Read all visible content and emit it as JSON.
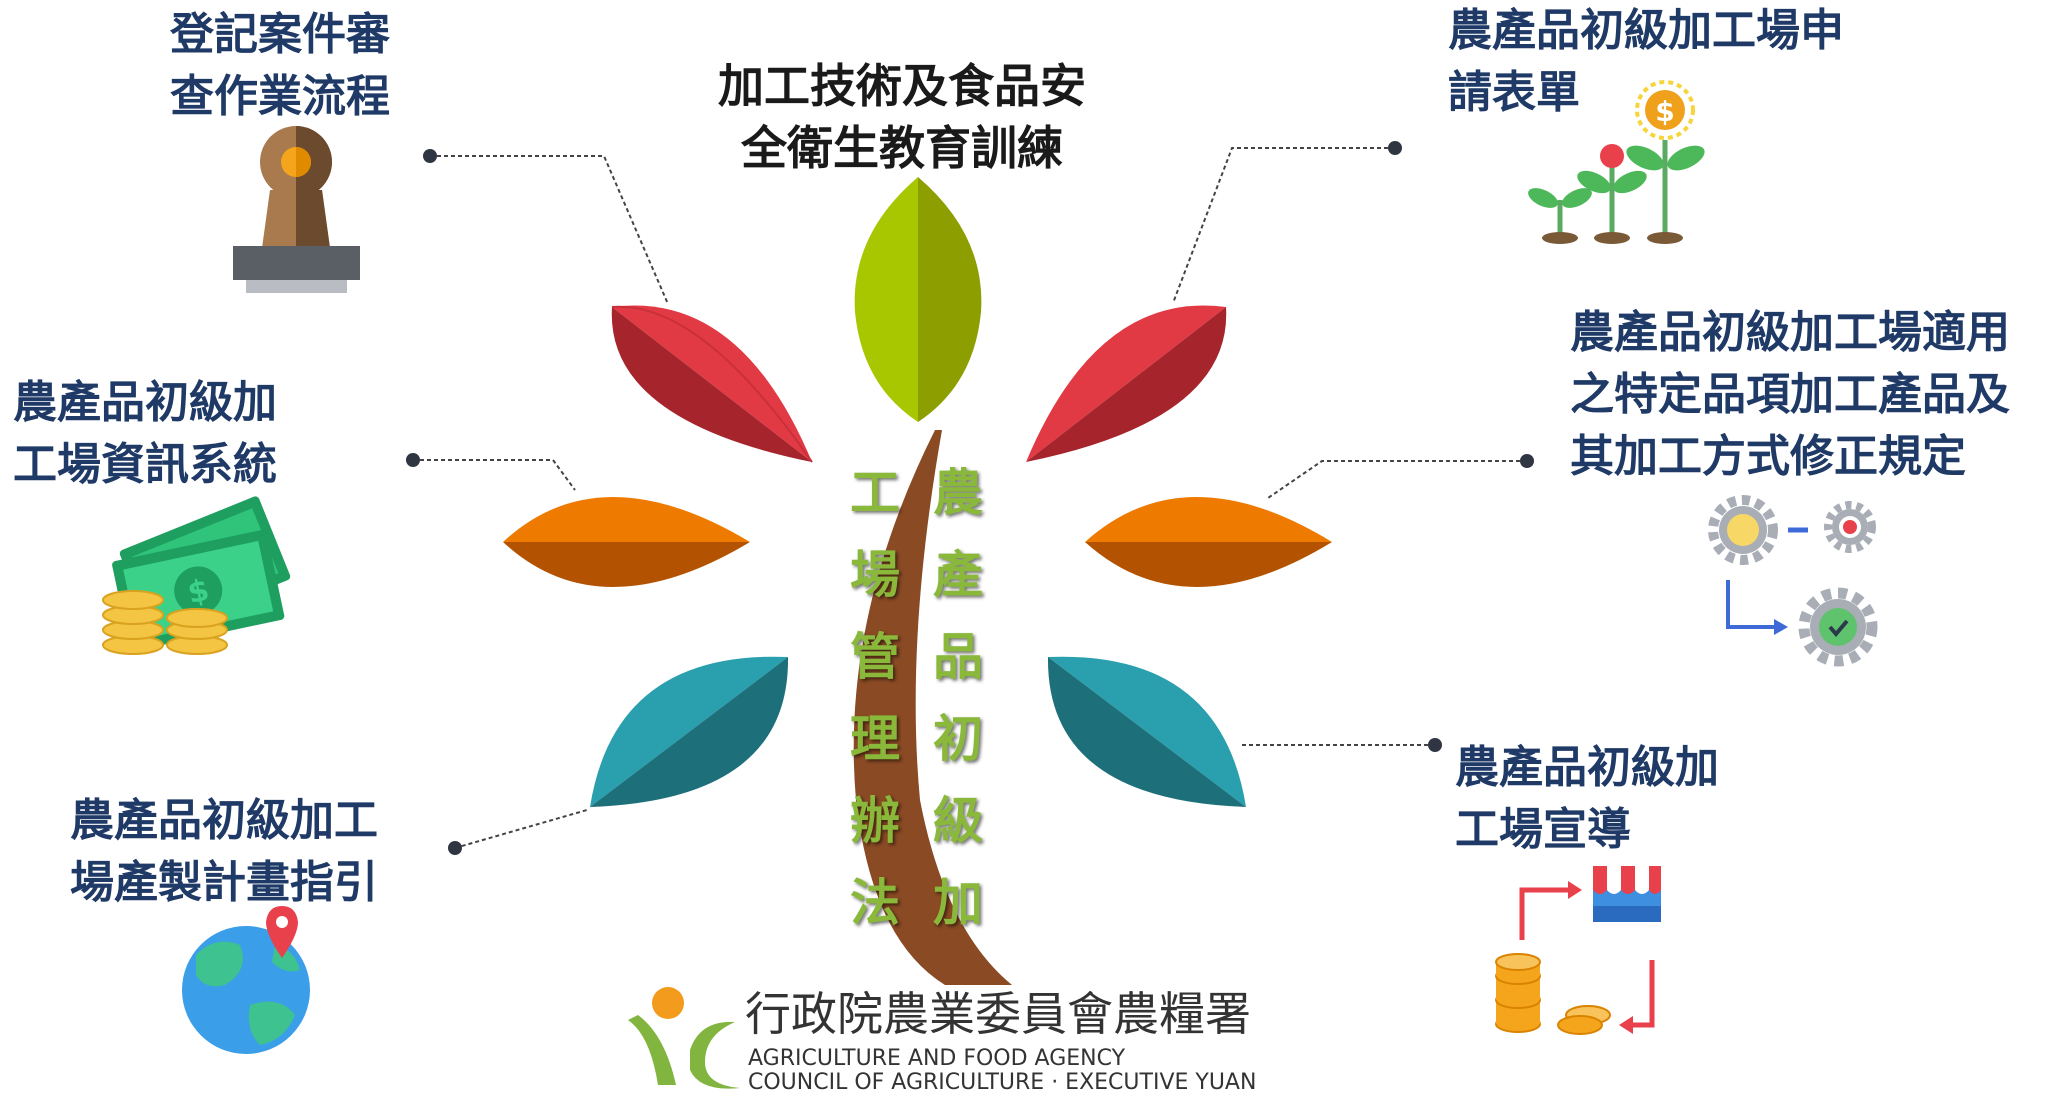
{
  "center": {
    "title_line1": "加工技術及食品安",
    "title_line2": "全衛生教育訓練",
    "trunk_col_right": [
      "農",
      "產",
      "品",
      "初",
      "級",
      "加"
    ],
    "trunk_col_left": [
      "工",
      "場",
      "管",
      "理",
      "辦",
      "法"
    ]
  },
  "items": {
    "top_left": {
      "line1": "登記案件審",
      "line2": "查作業流程",
      "icon": "stamp-icon"
    },
    "mid_left": {
      "line1": "農產品初級加",
      "line2": "工場資訊系統",
      "icon": "money-icon"
    },
    "bot_left": {
      "line1": "農產品初級加工",
      "line2": "場產製計畫指引",
      "icon": "globe-pin-icon"
    },
    "top_right": {
      "line1": "農產品初級加工場申",
      "line2": "請表單",
      "icon": "growth-plant-icon"
    },
    "mid_right": {
      "line1": "農產品初級加工場適用",
      "line2": "之特定品項加工產品及",
      "line3": "其加工方式修正規定",
      "icon": "process-gears-icon"
    },
    "bot_right": {
      "line1": "農產品初級加",
      "line2": "工場宣導",
      "icon": "supply-chain-icon"
    }
  },
  "logo": {
    "name_zh": "行政院農業委員會農糧署",
    "name_en1": "AGRICULTURE AND FOOD AGENCY",
    "name_en2": "COUNCIL OF AGRICULTURE · EXECUTIVE YUAN"
  },
  "colors": {
    "title_text": "#1f3a66",
    "leaf_green": "#a9c700",
    "leaf_red": "#e23a44",
    "leaf_orange": "#ee7a00",
    "leaf_teal": "#2a9fae",
    "trunk": "#8a4a24",
    "trunk_text": "#8ab83a"
  }
}
